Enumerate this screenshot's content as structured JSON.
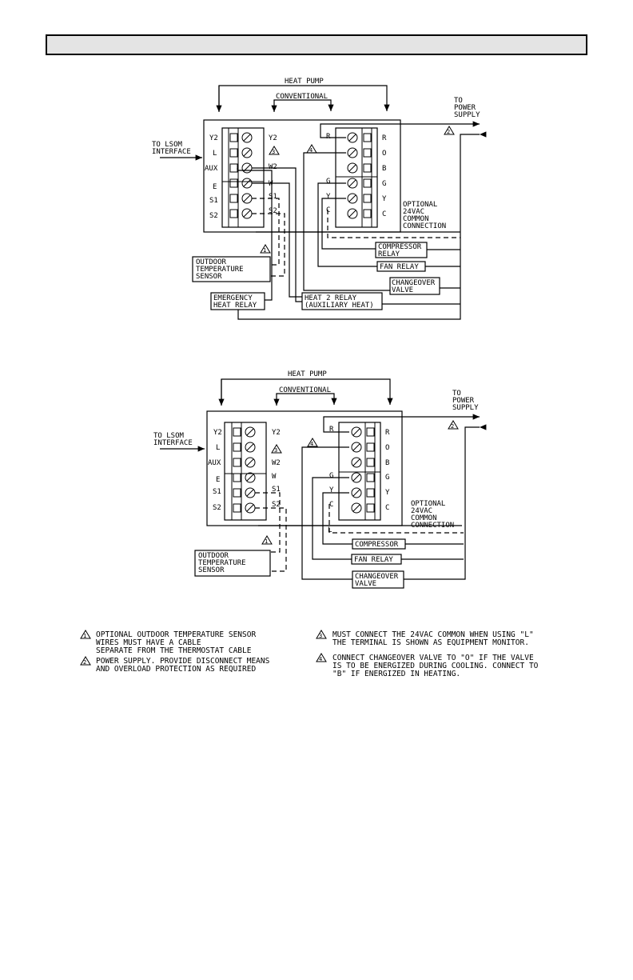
{
  "diagram1": {
    "heat_pump": "HEAT PUMP",
    "conventional": "CONVENTIONAL",
    "to_power_supply": [
      "TO",
      "POWER",
      "SUPPLY"
    ],
    "to_lsom": [
      "TO LSOM",
      "INTERFACE"
    ],
    "left_outer_labels": [
      "Y2",
      "L",
      "AUX",
      "E",
      "S1",
      "S2"
    ],
    "left_inner_labels": [
      "Y2",
      "W2",
      "W",
      "S1",
      "S2"
    ],
    "right_outer_labels": [
      "R",
      "O",
      "B",
      "G",
      "Y",
      "C"
    ],
    "right_inner_labels": [
      "R",
      "G",
      "Y",
      "C"
    ],
    "optional_common": [
      "OPTIONAL",
      "24VAC",
      "COMMON",
      "CONNECTION"
    ],
    "compressor_relay": [
      "COMPRESSOR",
      "RELAY"
    ],
    "fan_relay": "FAN RELAY",
    "changeover_valve": [
      "CHANGEOVER",
      "VALVE"
    ],
    "outdoor_sensor": [
      "OUTDOOR",
      "TEMPERATURE",
      "SENSOR"
    ],
    "emergency_heat": [
      "EMERGENCY",
      "HEAT RELAY"
    ],
    "heat2_relay": [
      "HEAT 2 RELAY",
      "(AUXILIARY HEAT)"
    ],
    "markers": [
      "3",
      "4",
      "2",
      "1"
    ]
  },
  "diagram2": {
    "heat_pump": "HEAT PUMP",
    "conventional": "CONVENTIONAL",
    "to_power_supply": [
      "TO",
      "POWER",
      "SUPPLY"
    ],
    "to_lsom": [
      "TO LSOM",
      "INTERFACE"
    ],
    "left_outer_labels": [
      "Y2",
      "L",
      "AUX",
      "E",
      "S1",
      "S2"
    ],
    "left_inner_labels": [
      "Y2",
      "W2",
      "W",
      "S1",
      "S2"
    ],
    "right_outer_labels": [
      "R",
      "O",
      "B",
      "G",
      "Y",
      "C"
    ],
    "right_inner_labels": [
      "R",
      "G",
      "Y",
      "C"
    ],
    "l_label": "L",
    "optional_common": [
      "OPTIONAL",
      "24VAC",
      "COMMON",
      "CONNECTION"
    ],
    "compressor": "COMPRESSOR",
    "fan_relay": "FAN RELAY",
    "changeover_valve": [
      "CHANGEOVER",
      "VALVE"
    ],
    "outdoor_sensor": [
      "OUTDOOR",
      "TEMPERATURE",
      "SENSOR"
    ],
    "markers": [
      "3",
      "4",
      "2",
      "1"
    ]
  },
  "notes": [
    {
      "marker": "1",
      "text": "OPTIONAL OUTDOOR TEMPERATURE SENSOR\nWIRES MUST HAVE A CABLE\nSEPARATE FROM THE THERMOSTAT CABLE"
    },
    {
      "marker": "2",
      "text": "POWER SUPPLY. PROVIDE DISCONNECT MEANS\nAND OVERLOAD PROTECTION AS REQUIRED"
    },
    {
      "marker": "3",
      "text": "MUST CONNECT THE 24VAC COMMON WHEN USING \"L\"\nTHE TERMINAL IS SHOWN AS EQUIPMENT MONITOR."
    },
    {
      "marker": "4",
      "text": "CONNECT CHANGEOVER VALVE TO \"O\" IF THE VALVE\nIS TO BE ENERGIZED DURING COOLING. CONNECT TO\n\"B\" IF ENERGIZED IN HEATING."
    }
  ]
}
